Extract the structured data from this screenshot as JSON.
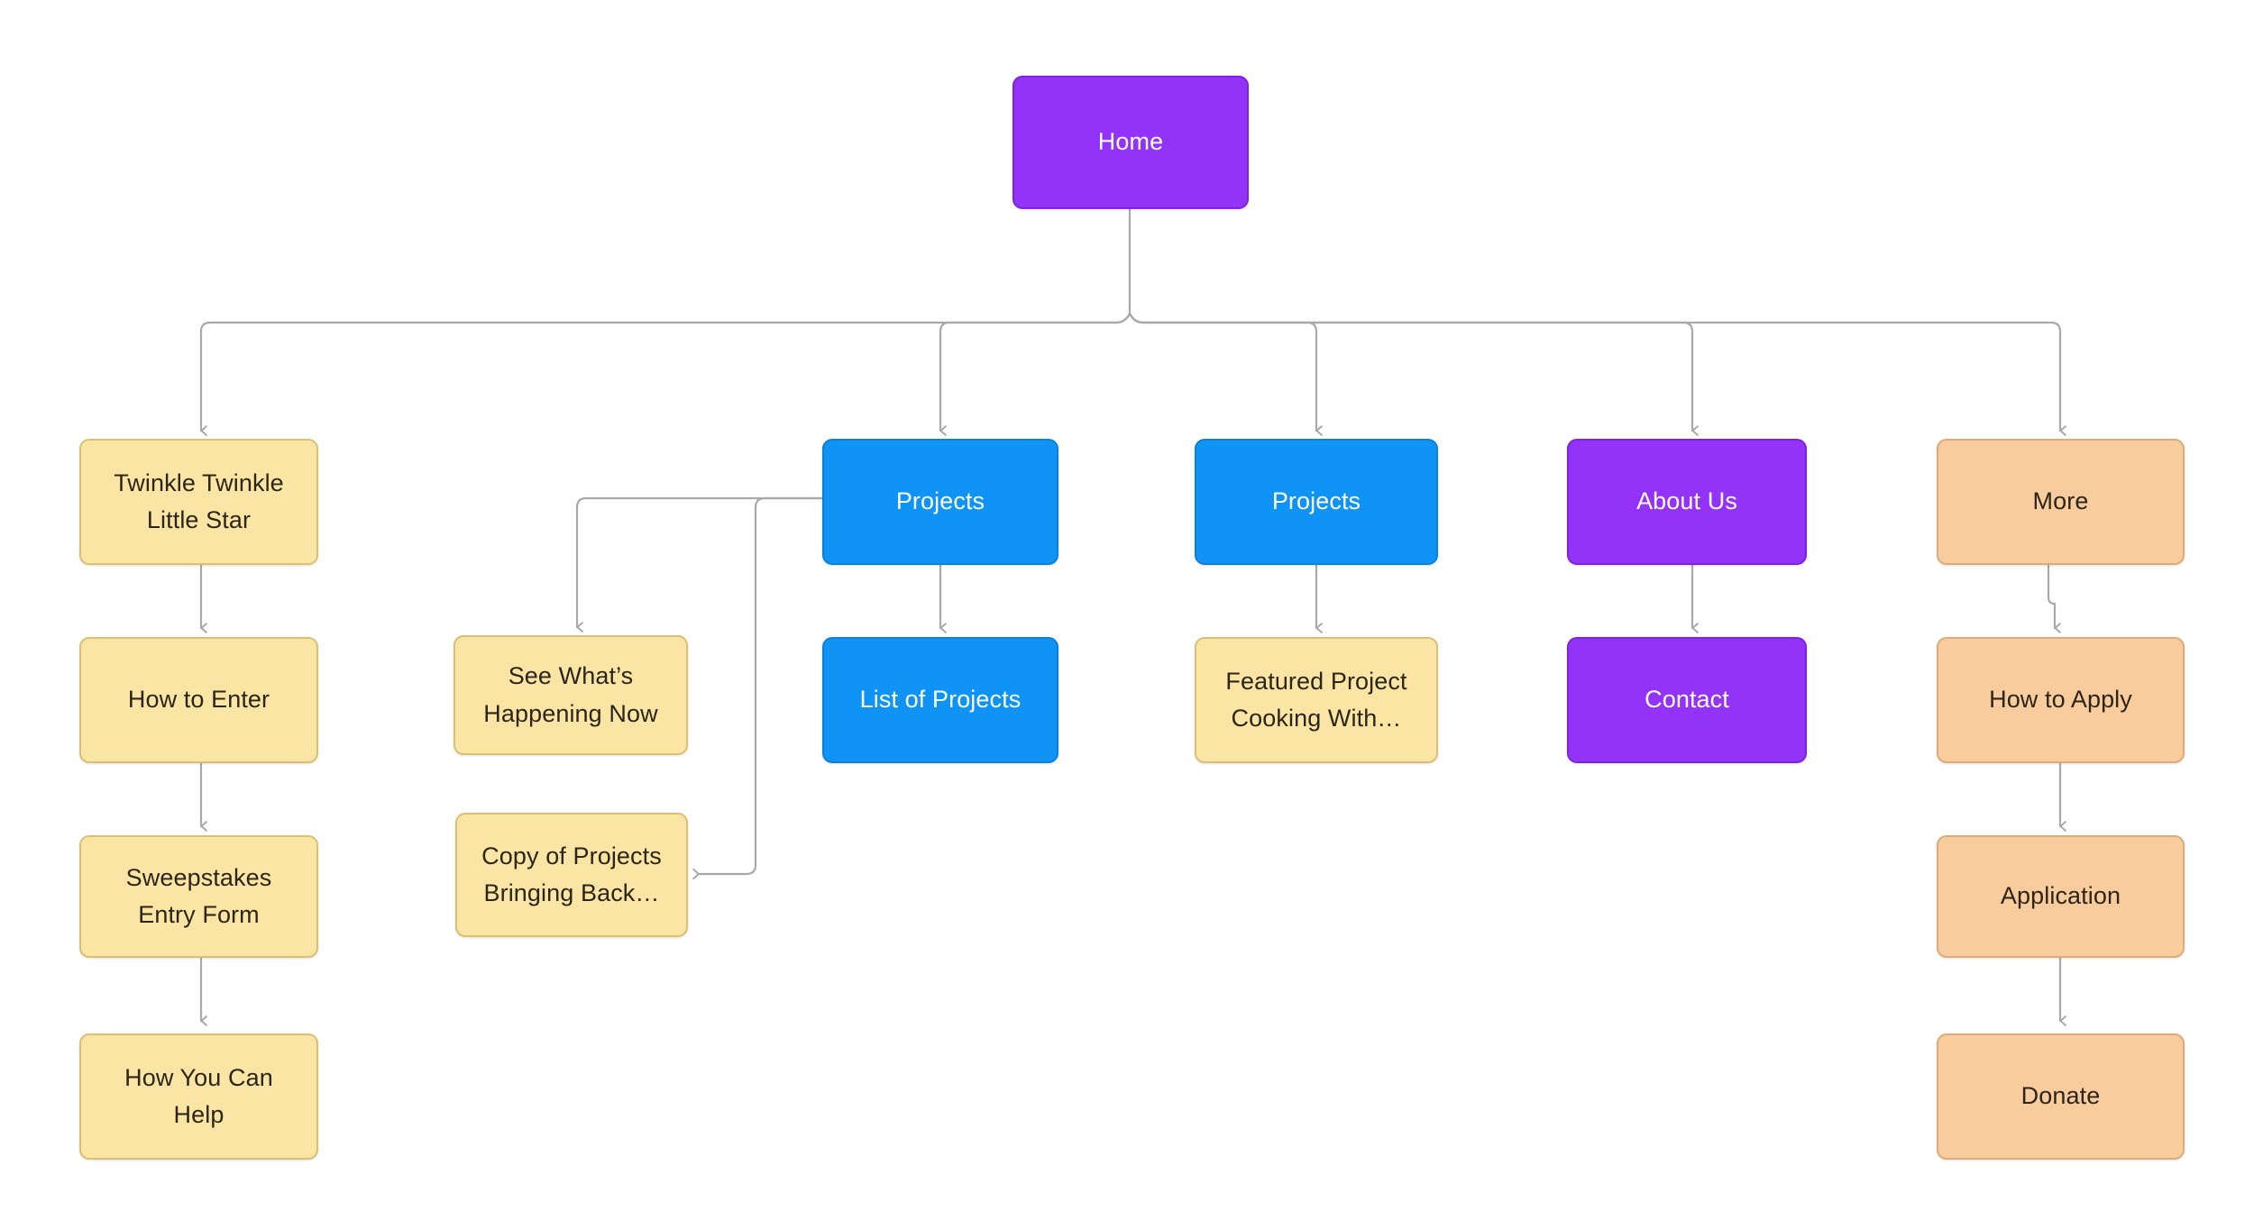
{
  "diagram": {
    "title": "Website Sitemap",
    "background": "#ffffff",
    "edge_color": "#a9a9a9",
    "themes": {
      "purple": {
        "fill": "#9333f7",
        "border": "#7c23e0",
        "text": "#ffffff"
      },
      "blue": {
        "fill": "#0f93f5",
        "border": "#0b81db",
        "text": "#ffffff"
      },
      "yellow": {
        "fill": "#fbe5a5",
        "border": "#d9c074",
        "text": "#2c2518"
      },
      "orange": {
        "fill": "#f9cc9d",
        "border": "#ddab79",
        "text": "#2c2518"
      }
    }
  },
  "nodes": {
    "home": {
      "label": "Home",
      "theme": "purple"
    },
    "twinkle": {
      "label": "Twinkle Twinkle\nLittle Star",
      "theme": "yellow"
    },
    "how_to_enter": {
      "label": "How to Enter",
      "theme": "yellow"
    },
    "sweepstakes": {
      "label": "Sweepstakes\nEntry Form",
      "theme": "yellow"
    },
    "how_you_can_help": {
      "label": "How You Can\nHelp",
      "theme": "yellow"
    },
    "see_whats_happening": {
      "label": "See What’s\nHappening Now",
      "theme": "yellow"
    },
    "copy_of_projects": {
      "label": "Copy of Projects\nBringing Back…",
      "theme": "yellow"
    },
    "projects_1": {
      "label": "Projects",
      "theme": "blue"
    },
    "list_of_projects": {
      "label": "List of Projects",
      "theme": "blue"
    },
    "projects_2": {
      "label": "Projects",
      "theme": "blue"
    },
    "featured_project": {
      "label": "Featured Project\nCooking With…",
      "theme": "yellow"
    },
    "about_us": {
      "label": "About Us",
      "theme": "purple"
    },
    "contact": {
      "label": "Contact",
      "theme": "purple"
    },
    "more": {
      "label": "More",
      "theme": "orange"
    },
    "how_to_apply": {
      "label": "How to Apply",
      "theme": "orange"
    },
    "application": {
      "label": "Application",
      "theme": "orange"
    },
    "donate": {
      "label": "Donate",
      "theme": "orange"
    }
  },
  "edges": [
    {
      "from": "home",
      "to": "twinkle"
    },
    {
      "from": "home",
      "to": "projects_1"
    },
    {
      "from": "home",
      "to": "projects_2"
    },
    {
      "from": "home",
      "to": "about_us"
    },
    {
      "from": "home",
      "to": "more"
    },
    {
      "from": "twinkle",
      "to": "how_to_enter"
    },
    {
      "from": "how_to_enter",
      "to": "sweepstakes"
    },
    {
      "from": "sweepstakes",
      "to": "how_you_can_help"
    },
    {
      "from": "projects_1",
      "to": "see_whats_happening"
    },
    {
      "from": "projects_1",
      "to": "copy_of_projects"
    },
    {
      "from": "projects_1",
      "to": "list_of_projects"
    },
    {
      "from": "projects_2",
      "to": "featured_project"
    },
    {
      "from": "about_us",
      "to": "contact"
    },
    {
      "from": "more",
      "to": "how_to_apply"
    },
    {
      "from": "how_to_apply",
      "to": "application"
    },
    {
      "from": "application",
      "to": "donate"
    }
  ]
}
